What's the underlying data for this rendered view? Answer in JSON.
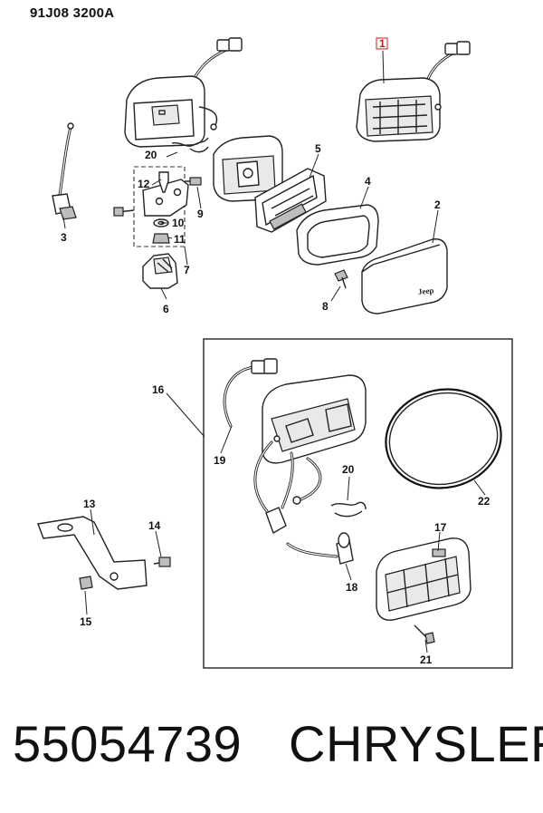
{
  "header": {
    "code": "91J08  3200A"
  },
  "footer": {
    "part_number": "55054739",
    "brand": "CHRYSLER"
  },
  "callouts": {
    "c1": "1",
    "c2": "2",
    "c3": "3",
    "c4": "4",
    "c5": "5",
    "c6": "6",
    "c7": "7",
    "c8": "8",
    "c9": "9",
    "c10": "10",
    "c11": "11",
    "c12": "12",
    "c13": "13",
    "c14": "14",
    "c15": "15",
    "c16": "16",
    "c17": "17",
    "c18": "18",
    "c19": "19",
    "c20a": "20",
    "c20b": "20",
    "c21": "21",
    "c22": "22"
  },
  "lens_text": "Jeep",
  "colors": {
    "highlight": "#d01818",
    "line": "#222222"
  }
}
